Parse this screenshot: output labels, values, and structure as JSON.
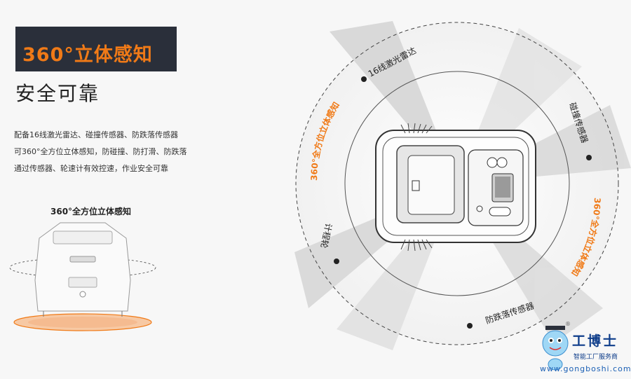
{
  "header": {
    "title": "360°立体感知",
    "subtitle": "安全可靠"
  },
  "description": {
    "lines": [
      "配备16线激光雷达、碰撞传感器、防跌落传感器",
      "可360°全方位立体感知，防碰撞、防打滑、防跌落",
      "通过传感器、轮速计有效控速，作业安全可靠"
    ]
  },
  "robot_illustration": {
    "caption": "360°全方位立体感知"
  },
  "diagram": {
    "labels": {
      "lidar": "16线激光雷达",
      "collision": "碰撞传感器",
      "fall": "防跌落传感器",
      "odometer": "计程轮",
      "perception_left": "360°全方位立体感知",
      "perception_right": "360°全方位立体感知"
    },
    "colors": {
      "accent": "#f07a17",
      "dark": "#2a2f3a"
    }
  },
  "watermark": {
    "name": "工博士",
    "tagline": "智能工厂服务商",
    "url": "www.gongboshi.com",
    "registered": "®"
  }
}
